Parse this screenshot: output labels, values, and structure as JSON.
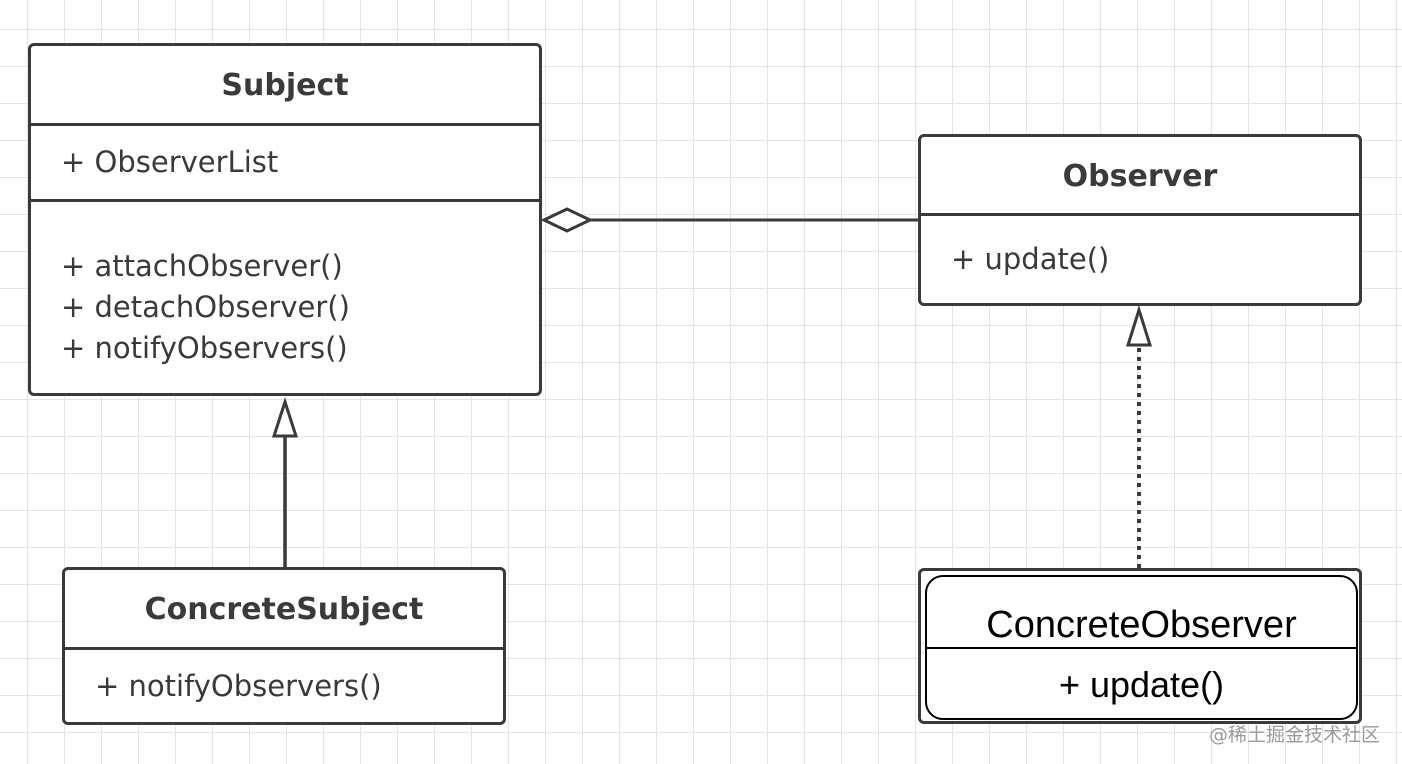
{
  "classes": {
    "subject": {
      "name": "Subject",
      "attributes": [
        "+ ObserverList"
      ],
      "operations": [
        "+ attachObserver()",
        "+ detachObserver()",
        "+ notifyObservers()"
      ]
    },
    "observer": {
      "name": "Observer",
      "operations": [
        "+ update()"
      ]
    },
    "concrete_subject": {
      "name": "ConcreteSubject",
      "operations": [
        "+ notifyObservers()"
      ]
    },
    "concrete_observer": {
      "name": "ConcreteObserver",
      "operations": [
        "+ update()"
      ]
    }
  },
  "relationships": [
    {
      "type": "aggregation",
      "from": "Subject",
      "to": "Observer"
    },
    {
      "type": "generalization",
      "from": "ConcreteSubject",
      "to": "Subject"
    },
    {
      "type": "realization",
      "from": "ConcreteObserver",
      "to": "Observer"
    }
  ],
  "watermark": "@稀土掘金技术社区"
}
